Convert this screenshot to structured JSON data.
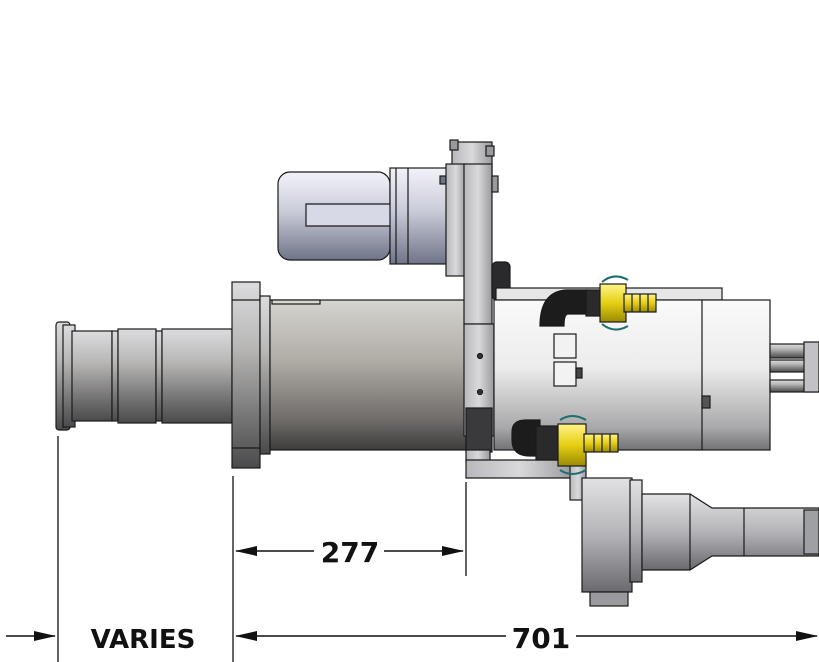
{
  "drawing": {
    "dimensions": {
      "varies_label": "VARIES",
      "d277_label": "277",
      "d701_label": "701"
    }
  },
  "colors": {
    "background": "#ffffff",
    "outline": "#1a1a1a",
    "steel_light": "#e4e4e8",
    "steel_mid": "#a8a8ae",
    "steel_dark": "#5c5c62",
    "motor_blue_light": "#e8eaf4",
    "motor_blue_dark": "#6e7488",
    "brass": "#e8d21a",
    "rubber": "#1c1c1c"
  }
}
